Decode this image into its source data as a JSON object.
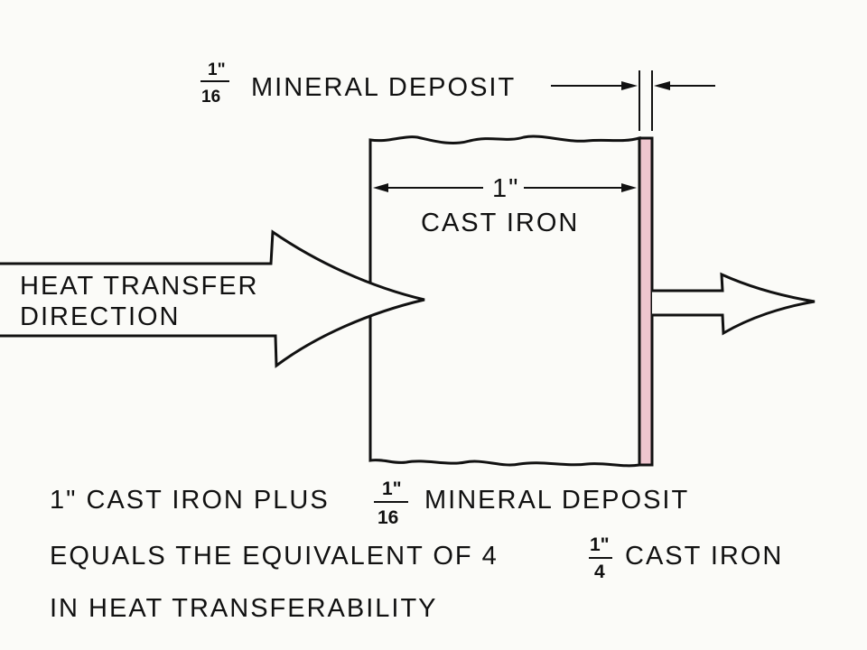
{
  "colors": {
    "ink": "#111111",
    "paper": "#fbfbf8",
    "deposit": "#efc6cf"
  },
  "top_label": {
    "frac_num": "1\"",
    "frac_den": "16",
    "text": "MINERAL DEPOSIT"
  },
  "wall": {
    "dimension": "1\"",
    "label": "CAST IRON"
  },
  "arrow_label": {
    "line1": "HEAT TRANSFER",
    "line2": "DIRECTION"
  },
  "caption": {
    "line1_a": "1\" CAST IRON PLUS",
    "line1_frac_num": "1\"",
    "line1_frac_den": "16",
    "line1_b": "MINERAL DEPOSIT",
    "line2_a": "EQUALS THE EQUIVALENT OF 4",
    "line2_frac_num": "1\"",
    "line2_frac_den": "4",
    "line2_b": "CAST IRON",
    "line3": "IN HEAT TRANSFERABILITY"
  }
}
